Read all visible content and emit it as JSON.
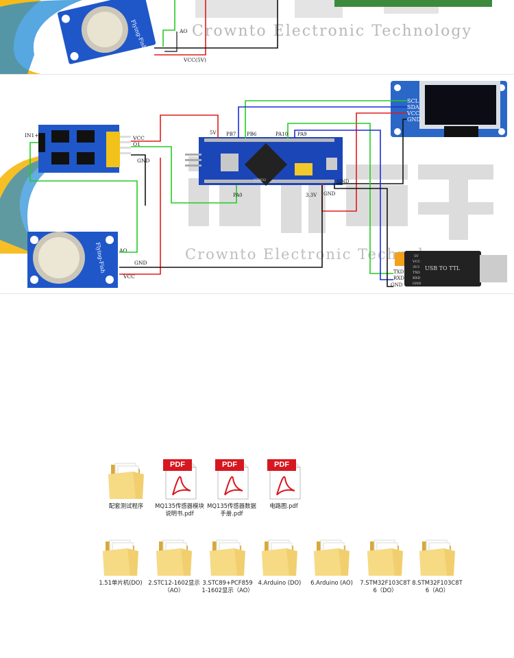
{
  "watermark": {
    "company_en": "Crownto Electronic Technology"
  },
  "top_panel": {
    "module_brand": "Flying-Fish",
    "labels": {
      "ao": "AO",
      "vcc": "VCC(5V)"
    }
  },
  "wiring": {
    "oled_pins": [
      "SCL",
      "SDA",
      "VCC",
      "GND"
    ],
    "adc_module": {
      "input": "IN1+",
      "pins": [
        "VCC",
        "O1",
        "GND"
      ]
    },
    "mcu_labels": {
      "v5": "5V",
      "pb7": "PB7",
      "pb6": "PB6",
      "pa10": "PA10",
      "pa9": "PA9",
      "pa0": "PA0",
      "v33": "3.3V",
      "gnd1": "GND",
      "gnd2": "GND"
    },
    "mq_labels": {
      "ao": "AO",
      "gnd": "GND",
      "vcc": "VCC"
    },
    "usb_ttl": {
      "title": "USB TO TTL",
      "pins": [
        "5V",
        "VCC",
        "3V3",
        "TXD",
        "RXD",
        "GND"
      ],
      "side_labels": [
        "TXD",
        "RXD",
        "GND"
      ]
    },
    "module_brand": "Flying-Fish",
    "board_name": "STM32",
    "colors": {
      "red": "#e01b1b",
      "green": "#22cc22",
      "blue": "#1a2bd6",
      "black": "#111111",
      "board": "#1b46b8",
      "sensor": "#1f57c9"
    }
  },
  "files": [
    {
      "type": "folder",
      "label": "配套测试程序"
    },
    {
      "type": "pdf",
      "badge": "PDF",
      "label": "MQ135传感器模块说明书.pdf"
    },
    {
      "type": "pdf",
      "badge": "PDF",
      "label": "MQ135传感器数据手册.pdf"
    },
    {
      "type": "pdf",
      "badge": "PDF",
      "label": "电路图.pdf"
    },
    {
      "type": "folder",
      "label": "1.51单片机(DO)"
    },
    {
      "type": "folder",
      "label": "2.STC12-1602显示（AO）"
    },
    {
      "type": "folder",
      "label": "3.STC89+PCF8591-1602显示（AO）"
    },
    {
      "type": "folder",
      "label": "4.Arduino (DO)"
    },
    {
      "type": "folder",
      "label": "6.Arduino (AO)"
    },
    {
      "type": "folder",
      "label": "7.STM32F103C8T6（DO）"
    },
    {
      "type": "folder",
      "label": "8.STM32F103C8T6（AO）"
    }
  ]
}
